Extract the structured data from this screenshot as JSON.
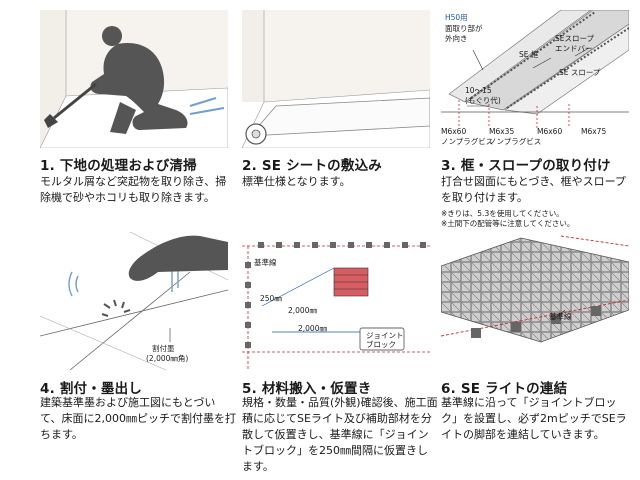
{
  "steps": [
    {
      "title": "1. 下地の処理および清掃",
      "description": "モルタル屑など突起物を取り除き、掃除機で砂やホコリも取り除きます。"
    },
    {
      "title": "2. SE シートの敷込み",
      "description": "標準仕様となります。"
    },
    {
      "title": "3. 框・スロープの取り付け",
      "description": "打合せ図面にもとづき、框やスロープを取り付けます。",
      "notes": [
        "※きりは、5.3を使用してください。",
        "※土間下の配管等に注意してください。"
      ],
      "labels": {
        "h50": "H50用",
        "chamfer_1": "面取り部が",
        "chamfer_2": "外向き",
        "se_frame": "SE 框",
        "se_slope_endbar_1": "SEスロープ",
        "se_slope_endbar_2": "エンドバー",
        "se_slope": "SE スロープ",
        "gap_1": "10～15",
        "gap_2": "(もぐり代)",
        "screw1_size": "M6x60",
        "screw1_type": "ノンプラグビス",
        "screw2_size": "M6x35",
        "screw2_type": "ノンプラグビス",
        "screw3_size": "M6x60",
        "screw4_size": "M6x75"
      }
    },
    {
      "title": "4. 割付・墨出し",
      "description": "建築基準墨および施工図にもとづいて、床面に2,000㎜ピッチで割付墨を打ちます。",
      "labels": {
        "mark_1": "割付墨",
        "mark_2": "(2,000㎜角)"
      }
    },
    {
      "title": "5. 材料搬入・仮置き",
      "description": "規格・数量・品質(外観)確認後、施工面積に応じてSEライト及び補助部材を分散して仮置きし、基準線に「ジョイントブロック」を250㎜間隔に仮置きします。",
      "labels": {
        "baseline": "基準線",
        "spacing_250": "250㎜",
        "dim_a": "2,000㎜",
        "dim_b": "2,000㎜",
        "joint_block_1": "ジョイント",
        "joint_block_2": "ブロック"
      }
    },
    {
      "title": "6. SE ライトの連結",
      "description": "基準線に沿って「ジョイントブロック」を設置し、必ず2mピッチでSEライトの脚部を連結していきます。",
      "labels": {
        "baseline": "基準線"
      }
    }
  ],
  "colors": {
    "text": "#1a1a1a",
    "illustration_gray": "#6b6b6b",
    "accent_blue": "#1d5aa8",
    "accent_red": "#c8282d"
  }
}
